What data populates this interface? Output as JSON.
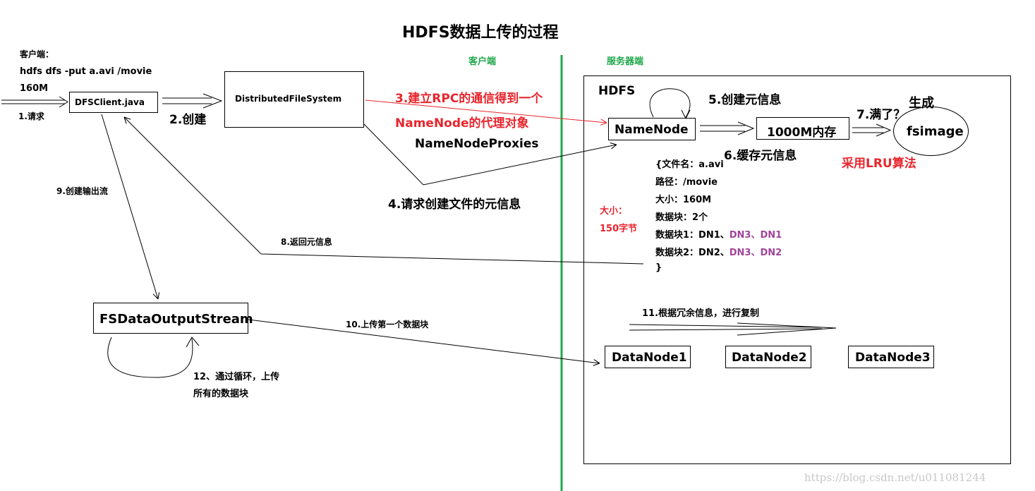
{
  "title": "HDFS数据上传的过程",
  "client_section_label": "客户端",
  "server_section_label": "服务器端",
  "client_note": {
    "line1": "客户端：",
    "line2": "hdfs dfs -put a.avi /movie",
    "line3": "160M"
  },
  "step1": "1.请求",
  "step2": "2.创建",
  "step3_line1": "3.建立RPC的通信得到一个",
  "step3_line2": "NameNode的代理对象",
  "namenode_proxies": "NameNodeProxies",
  "step4": "4.请求创建文件的元信息",
  "step5": "5.创建元信息",
  "step6": "6.缓存元信息",
  "step7": "7.满了？",
  "generate": "生成",
  "lru": "采用LRU算法",
  "step8": "8.返回元信息",
  "step9": "9.创建输出流",
  "step10": "10.上传第一个数据块",
  "step11": "11.根据冗余信息，进行复制",
  "step12_line1": "12、通过循环，上传",
  "step12_line2": "所有的数据块",
  "boxes": {
    "dfsclient": "DFSClient.java",
    "dfs": "DistributedFileSystem",
    "namenode": "NameNode",
    "memory": "1000M内存",
    "fsimage": "fsimage",
    "fsdos": "FSDataOutputStream",
    "dn1": "DataNode1",
    "dn2": "DataNode2",
    "dn3": "DataNode3"
  },
  "hdfs_label": "HDFS",
  "meta": {
    "line1": "{文件名：a.avi",
    "line2": "路径：/movie",
    "line3": "大小：160M",
    "line4": "数据块：2个",
    "block1_prefix": "数据块1：DN1、",
    "block1_suffix": "DN3、DN1",
    "block2_prefix": "数据块2：DN2、",
    "block2_suffix": "DN3、DN2",
    "close": "}"
  },
  "size_note": {
    "line1": "大小：",
    "line2": "150字节"
  },
  "watermark": "https://blog.csdn.net/u011081244",
  "colors": {
    "red": "#e8252d",
    "purple": "#a0449a",
    "green": "#1fa84a"
  }
}
